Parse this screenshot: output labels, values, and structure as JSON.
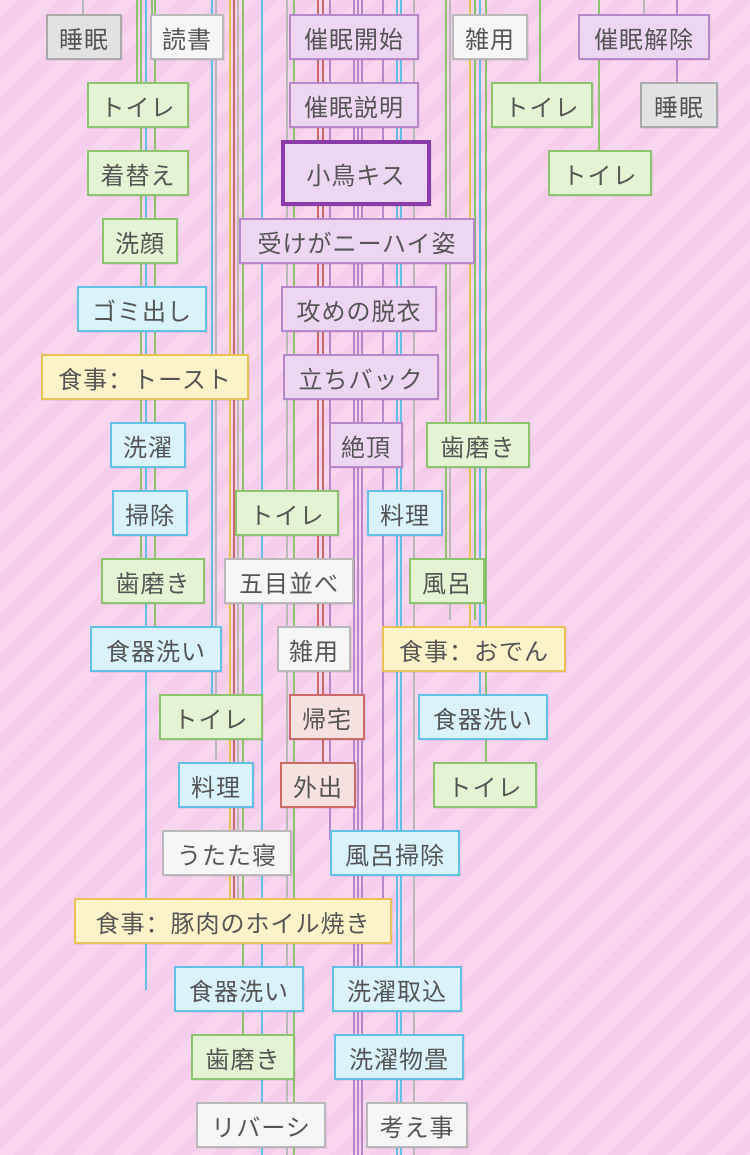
{
  "colors": {
    "background": "#f6cdeb",
    "green": "#8cc36e",
    "blue": "#62bfe5",
    "yellow": "#e8c254",
    "purple": "#b687c9",
    "gray": "#b9b9b9",
    "red": "#cc6a6a",
    "highlight": "#8a3ba8"
  },
  "nodes": [
    {
      "label": "睡眠",
      "style": "k"
    },
    {
      "label": "読書",
      "style": "w"
    },
    {
      "label": "催眠開始",
      "style": "p"
    },
    {
      "label": "雑用",
      "style": "w"
    },
    {
      "label": "催眠解除",
      "style": "p"
    },
    {
      "label": "トイレ",
      "style": "g"
    },
    {
      "label": "催眠説明",
      "style": "p"
    },
    {
      "label": "トイレ",
      "style": "g"
    },
    {
      "label": "睡眠",
      "style": "k"
    },
    {
      "label": "着替え",
      "style": "g"
    },
    {
      "label": "小鳥キス",
      "style": "p",
      "highlighted": true
    },
    {
      "label": "トイレ",
      "style": "g"
    },
    {
      "label": "洗顔",
      "style": "g"
    },
    {
      "label": "受けがニーハイ姿",
      "style": "p"
    },
    {
      "label": "ゴミ出し",
      "style": "b"
    },
    {
      "label": "攻めの脱衣",
      "style": "p"
    },
    {
      "label": "食事：トースト",
      "style": "y"
    },
    {
      "label": "立ちバック",
      "style": "p"
    },
    {
      "label": "洗濯",
      "style": "b"
    },
    {
      "label": "絶頂",
      "style": "p"
    },
    {
      "label": "歯磨き",
      "style": "g"
    },
    {
      "label": "掃除",
      "style": "b"
    },
    {
      "label": "トイレ",
      "style": "g"
    },
    {
      "label": "料理",
      "style": "b"
    },
    {
      "label": "歯磨き",
      "style": "g"
    },
    {
      "label": "五目並べ",
      "style": "w"
    },
    {
      "label": "風呂",
      "style": "g"
    },
    {
      "label": "食器洗い",
      "style": "b"
    },
    {
      "label": "雑用",
      "style": "w"
    },
    {
      "label": "食事：おでん",
      "style": "y"
    },
    {
      "label": "トイレ",
      "style": "g"
    },
    {
      "label": "帰宅",
      "style": "r"
    },
    {
      "label": "食器洗い",
      "style": "b"
    },
    {
      "label": "料理",
      "style": "b"
    },
    {
      "label": "外出",
      "style": "r"
    },
    {
      "label": "トイレ",
      "style": "g"
    },
    {
      "label": "うたた寝",
      "style": "w"
    },
    {
      "label": "風呂掃除",
      "style": "b"
    },
    {
      "label": "食事：豚肉のホイル焼き",
      "style": "y"
    },
    {
      "label": "食器洗い",
      "style": "b"
    },
    {
      "label": "洗濯取込",
      "style": "b"
    },
    {
      "label": "歯磨き",
      "style": "g"
    },
    {
      "label": "洗濯物畳",
      "style": "b"
    },
    {
      "label": "リバーシ",
      "style": "w"
    },
    {
      "label": "考え事",
      "style": "w"
    }
  ]
}
